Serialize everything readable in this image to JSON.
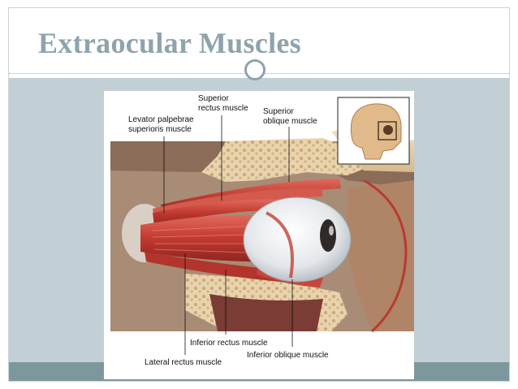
{
  "slide": {
    "title": "Extraocular Muscles"
  },
  "figure": {
    "labels": {
      "superior_rectus": "Superior\nrectus muscle",
      "superior_oblique": "Superior\noblique muscle",
      "levator_palpebrae": "Levator palpebrae\nsuperioris muscle",
      "inferior_rectus": "Inferior rectus muscle",
      "inferior_oblique": "Inferior oblique muscle",
      "lateral_rectus": "Lateral rectus muscle"
    }
  },
  "colors": {
    "title": "#8fa3ad",
    "content_panel": "#c2cfd4",
    "footer_bar": "#7c989c",
    "muscle": "#c0433a",
    "bone": "#e8d2b0"
  }
}
